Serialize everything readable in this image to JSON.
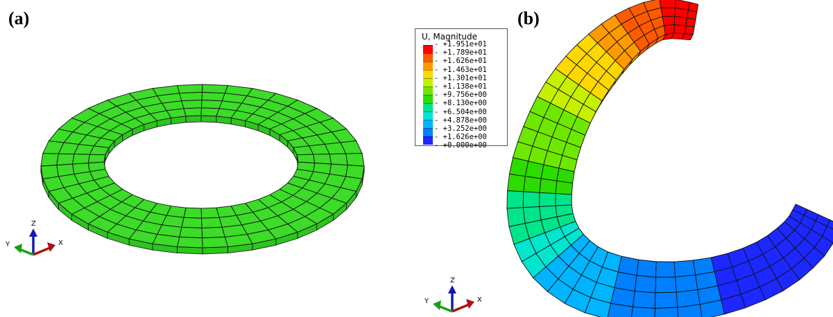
{
  "panels": {
    "a": {
      "label": "(a)"
    },
    "b": {
      "label": "(b)"
    }
  },
  "legend": {
    "title": "U, Magnitude",
    "levels": [
      {
        "value": "+1.951e+01",
        "color": "#ff0000"
      },
      {
        "value": "+1.789e+01",
        "color": "#ff5a00"
      },
      {
        "value": "+1.626e+01",
        "color": "#ff9a00"
      },
      {
        "value": "+1.463e+01",
        "color": "#ffd800"
      },
      {
        "value": "+1.301e+01",
        "color": "#c6f000"
      },
      {
        "value": "+1.138e+01",
        "color": "#6ee800"
      },
      {
        "value": "+9.756e+00",
        "color": "#2cdc00"
      },
      {
        "value": "+8.130e+00",
        "color": "#00e58a"
      },
      {
        "value": "+6.504e+00",
        "color": "#00e6cf"
      },
      {
        "value": "+4.878e+00",
        "color": "#00b4ff"
      },
      {
        "value": "+3.252e+00",
        "color": "#0080ff"
      },
      {
        "value": "+1.626e+00",
        "color": "#1c28ff"
      },
      {
        "value": "+0.000e+00",
        "color": null
      }
    ]
  },
  "triad": {
    "x_label": "X",
    "y_label": "Y",
    "z_label": "Z",
    "colors": {
      "x": "#b01010",
      "y": "#18a018",
      "z": "#1418b0"
    }
  },
  "mesh": {
    "line_color": "#111111",
    "undeformed_fill": "#3cdc28",
    "radial_divisions": 4,
    "circumferential_divisions": 40
  }
}
